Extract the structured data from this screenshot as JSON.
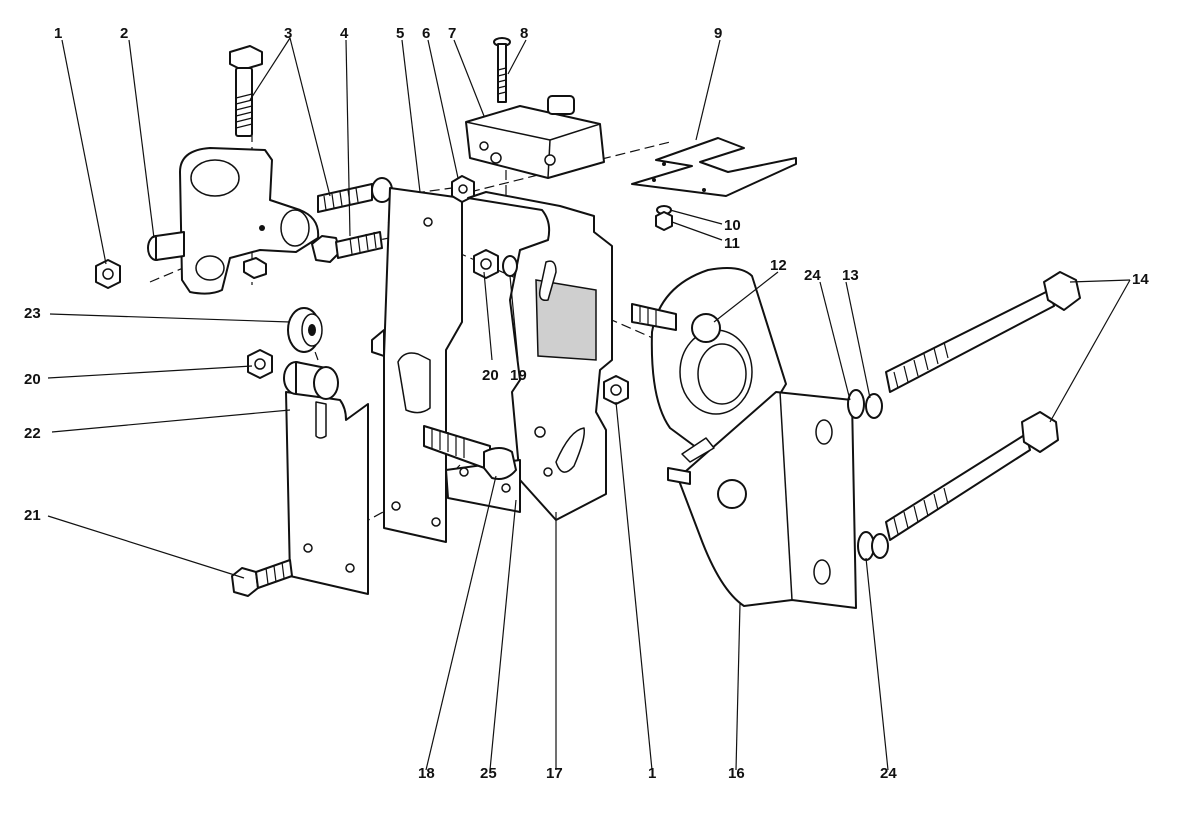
{
  "diagram": {
    "callouts": {
      "c1_top": "1",
      "c2": "2",
      "c3": "3",
      "c4": "4",
      "c5": "5",
      "c6": "6",
      "c7": "7",
      "c8": "8",
      "c9": "9",
      "c10": "10",
      "c11": "11",
      "c12": "12",
      "c24_top": "24",
      "c13": "13",
      "c14": "14",
      "c23": "23",
      "c20_left": "20",
      "c20_mid": "20",
      "c19": "19",
      "c22": "22",
      "c21": "21",
      "c18": "18",
      "c25": "25",
      "c17": "17",
      "c1_bottom": "1",
      "c16": "16",
      "c24_bottom": "24"
    }
  }
}
